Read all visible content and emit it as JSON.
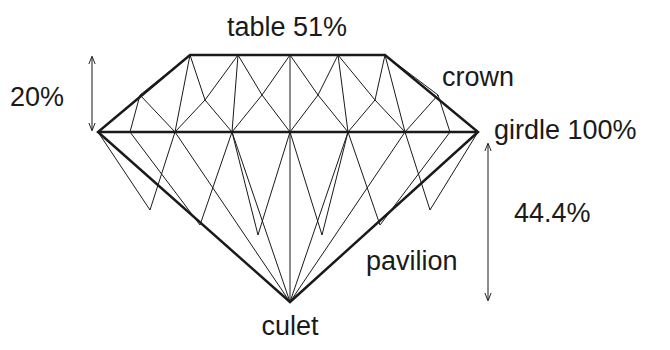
{
  "diagram": {
    "labels": [
      "table 51%",
      "20%",
      "crown",
      "girdle 100%",
      "44.4%",
      "pavilion",
      "culet"
    ]
  }
}
